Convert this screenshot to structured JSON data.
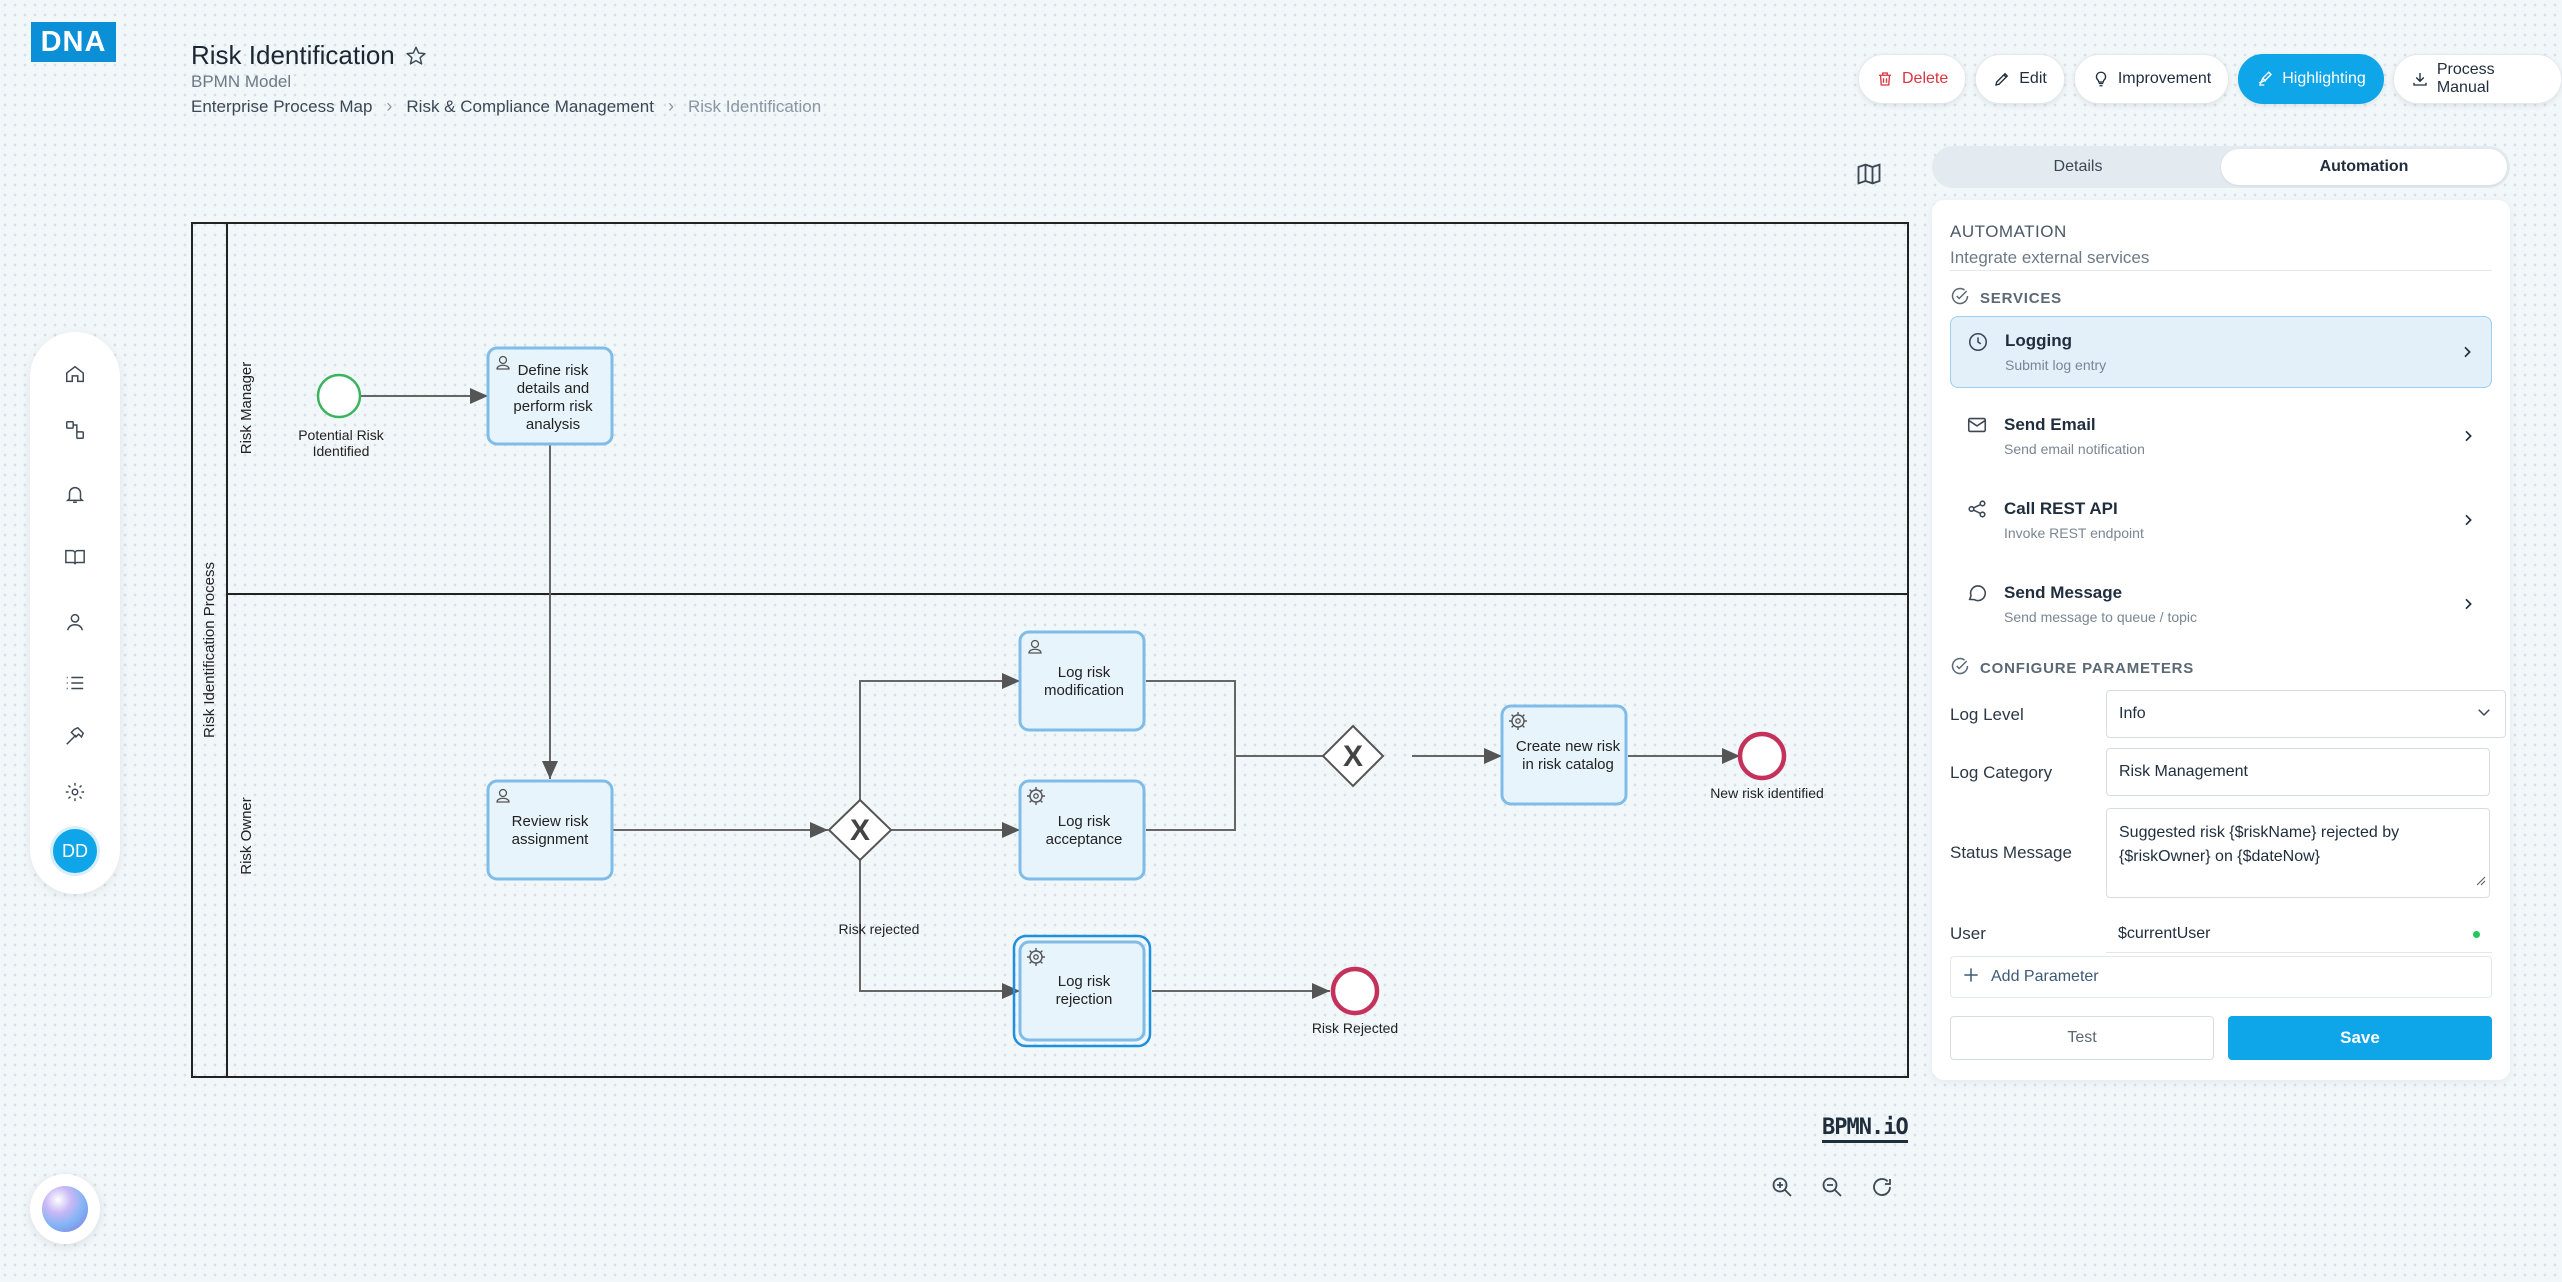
{
  "logo": {
    "text": "DNA"
  },
  "header": {
    "title": "Risk Identification",
    "subtitle": "BPMN Model",
    "breadcrumb": [
      "Enterprise Process Map",
      "Risk & Compliance Management",
      "Risk Identification"
    ]
  },
  "toolbar": {
    "delete": "Delete",
    "edit": "Edit",
    "improvement": "Improvement",
    "highlighting": "Highlighting",
    "process_manual": "Process Manual"
  },
  "nav": {
    "icons": [
      "home-icon",
      "process-icon",
      "bell-icon",
      "book-icon",
      "user-icon",
      "list-icon",
      "hammer-icon",
      "settings-icon"
    ],
    "avatar": "DD"
  },
  "diagram": {
    "pool": "Risk Identification Process",
    "lanes": [
      "Risk Manager",
      "Risk Owner"
    ],
    "start_event": "Potential Risk Identified",
    "tasks": {
      "define": "Define risk details and perform risk analysis",
      "review": "Review risk assignment",
      "modification": "Log risk modification",
      "acceptance": "Log risk acceptance",
      "rejection": "Log risk rejection",
      "create": "Create new risk in risk catalog"
    },
    "flow_label": "Risk rejected",
    "end_events": {
      "new_risk": "New risk identified",
      "rejected": "Risk Rejected"
    },
    "watermark": "BPMN.iO"
  },
  "tabs": {
    "details": "Details",
    "automation": "Automation"
  },
  "panel": {
    "title": "AUTOMATION",
    "description": "Integrate external services",
    "services_title": "SERVICES",
    "services": [
      {
        "name": "Logging",
        "desc": "Submit log entry",
        "icon": "clock-icon"
      },
      {
        "name": "Send Email",
        "desc": "Send email notification",
        "icon": "mail-icon"
      },
      {
        "name": "Call REST API",
        "desc": "Invoke REST endpoint",
        "icon": "share-icon"
      },
      {
        "name": "Send Message",
        "desc": "Send message to queue / topic",
        "icon": "chat-icon"
      }
    ],
    "config_title": "CONFIGURE PARAMETERS",
    "params": {
      "log_level_label": "Log Level",
      "log_level_value": "Info",
      "log_category_label": "Log Category",
      "log_category_value": "Risk Management",
      "status_message_label": "Status Message",
      "status_message_value": "Suggested risk {$riskName} rejected by {$riskOwner} on {$dateNow}",
      "user_label": "User",
      "user_value": "$currentUser"
    },
    "add_parameter": "Add Parameter",
    "test": "Test",
    "save": "Save"
  },
  "colors": {
    "accent": "#0ea5e9",
    "delete": "#d9363e",
    "start_event": "#3cb35f",
    "end_event": "#c4325c",
    "task_fill": "#e8f4fc",
    "task_stroke": "#7fbde8"
  }
}
